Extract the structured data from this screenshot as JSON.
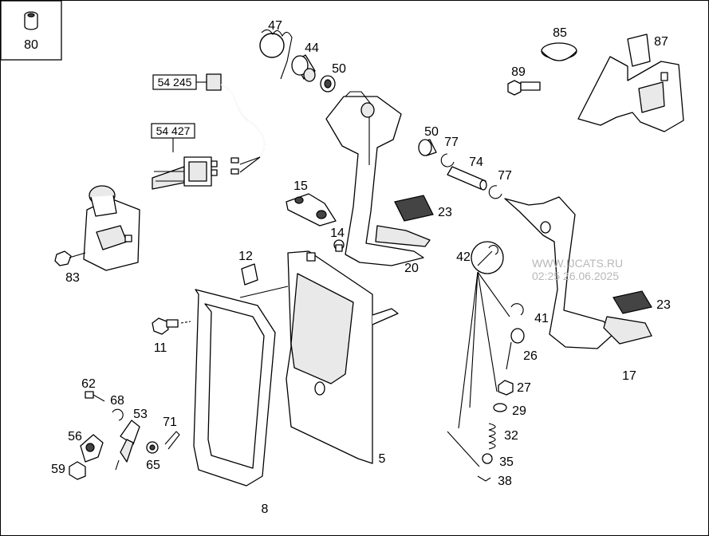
{
  "legend_box": {
    "number": "80"
  },
  "ref_boxes": [
    {
      "id": "ref-54245",
      "text": "54 245"
    },
    {
      "id": "ref-54427",
      "text": "54 427"
    }
  ],
  "parts": [
    {
      "id": "47",
      "label": "47"
    },
    {
      "id": "44",
      "label": "44"
    },
    {
      "id": "50a",
      "label": "50"
    },
    {
      "id": "85",
      "label": "85"
    },
    {
      "id": "87",
      "label": "87"
    },
    {
      "id": "89",
      "label": "89"
    },
    {
      "id": "50b",
      "label": "50"
    },
    {
      "id": "77a",
      "label": "77"
    },
    {
      "id": "74",
      "label": "74"
    },
    {
      "id": "77b",
      "label": "77"
    },
    {
      "id": "15",
      "label": "15"
    },
    {
      "id": "23a",
      "label": "23"
    },
    {
      "id": "14",
      "label": "14"
    },
    {
      "id": "20",
      "label": "20"
    },
    {
      "id": "12",
      "label": "12"
    },
    {
      "id": "42",
      "label": "42"
    },
    {
      "id": "83",
      "label": "83"
    },
    {
      "id": "23b",
      "label": "23"
    },
    {
      "id": "41",
      "label": "41"
    },
    {
      "id": "11",
      "label": "11"
    },
    {
      "id": "26",
      "label": "26"
    },
    {
      "id": "17",
      "label": "17"
    },
    {
      "id": "27",
      "label": "27"
    },
    {
      "id": "62",
      "label": "62"
    },
    {
      "id": "68",
      "label": "68"
    },
    {
      "id": "53",
      "label": "53"
    },
    {
      "id": "29",
      "label": "29"
    },
    {
      "id": "71",
      "label": "71"
    },
    {
      "id": "56",
      "label": "56"
    },
    {
      "id": "32",
      "label": "32"
    },
    {
      "id": "5",
      "label": "5"
    },
    {
      "id": "35",
      "label": "35"
    },
    {
      "id": "59",
      "label": "59"
    },
    {
      "id": "65",
      "label": "65"
    },
    {
      "id": "38",
      "label": "38"
    },
    {
      "id": "8",
      "label": "8"
    }
  ],
  "watermark": {
    "line1": "WWW.IJCATS.RU",
    "line2": "02:25 26.06.2025"
  }
}
